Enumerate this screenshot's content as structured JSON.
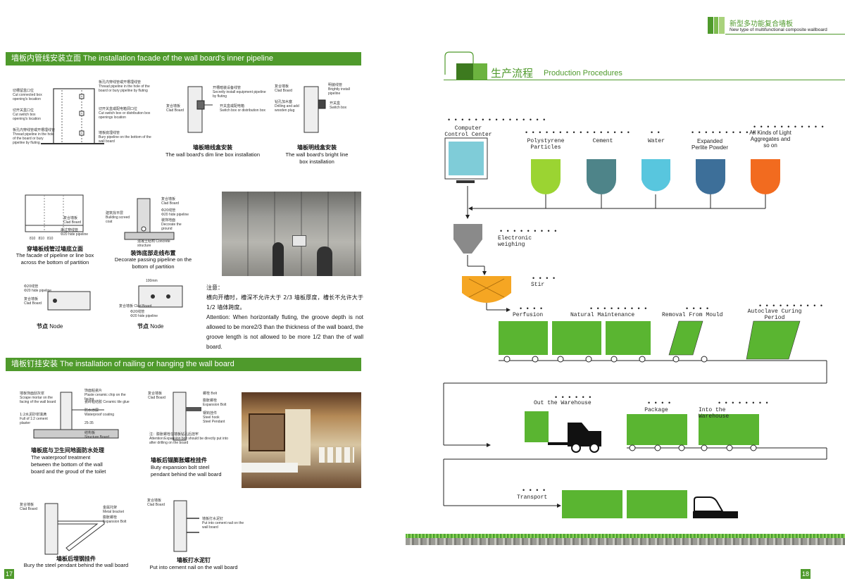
{
  "left_page": {
    "section1_title": "墙板内管线安装立面  The installation facade of the wall board's inner pipeline",
    "section2_title": "墙板钉挂安装  The installation of nailing or hanging the wall board",
    "fig_pipeline": {
      "labels": [
        "切槽留盒口位",
        "Cut connected box opening's location",
        "切开关盒口位",
        "Cut switch box opening's location",
        "板孔内穿线管或开槽埋线管",
        "Thread pipeline in the hole of the board or bury pipeline by fluting",
        "板孔内穿线管或开槽埋线管",
        "Thread pipeline in the hole of the board or bury pipeline by fluting",
        "切开关盒或配电箱洞口位",
        "Cut switch box or distribution box openings location",
        "墙板底埋线管",
        "Bury pipeline on the bottom of the wall board"
      ]
    },
    "fig_dim_box": {
      "labels": [
        "复合墙板",
        "Clad Board",
        "开槽暗装设备线管",
        "Secretly install equipment pipeline by fluting",
        "开关盒或配电箱",
        "Switch box or distribution box"
      ],
      "caption_cn": "墙板暗线盒安装",
      "caption_en": "The wall board's dim line box installation"
    },
    "fig_bright_box": {
      "labels": [
        "复合墙板",
        "Clad Board",
        "钻孔加木塞",
        "Drilling and add wooden plug",
        "明装线管",
        "Brightly install pipeline",
        "开关盒",
        "Switch box"
      ],
      "caption_cn": "墙板明线盒安装",
      "caption_en": "The wall board's bright line box installation"
    },
    "fig_facade_bottom": {
      "labels": [
        "复合墙板",
        "Clad Board",
        "串过穿线管",
        "Φ20 hide pipeline",
        "810",
        "810",
        "810"
      ],
      "caption_cn": "穿墙板线管过墙底立面",
      "caption_en": "The facade of pipeline or line box across the bottom of partition"
    },
    "fig_decorate": {
      "labels": [
        "建筑找平层",
        "Building screed coat",
        "复合墙板",
        "Clad Board",
        "Φ20线管",
        "Φ20 hide pipeline",
        "装饰地面",
        "Decorate the ground",
        "混凝土结构",
        "Concrete structure"
      ],
      "caption_cn": "装饰底部走线布置",
      "caption_en": "Decorate passing pipeline on the bottom of partition"
    },
    "fig_node1": {
      "labels": [
        "Φ20线管",
        "Φ20 hide pipeline",
        "复合墙板",
        "Clad Board"
      ],
      "caption_cn": "节点",
      "caption_en": "Node"
    },
    "fig_node2": {
      "labels": [
        "100mm",
        "复合墙板 Clad Board",
        "Φ20线管",
        "Φ20 hide pipeline"
      ],
      "caption_cn": "节点",
      "caption_en": "Node"
    },
    "note": {
      "title_cn": "注意：",
      "body_cn": "横向开槽时，槽深不允许大于 2/3 墙板厚度，槽长不允许大于 1/2 墙体跨度。",
      "body_en": "Attention: When horizontally fluting, the groove depth is not allowed to be more2/3 than the thickness of the wall board, the groove length is not allowed to be more 1/2 than the of wall board."
    },
    "fig_waterproof": {
      "labels": [
        "墙板饰面刮灰浆",
        "Scrape mortar on the facing of the wall board",
        "饰面粘瓷片",
        "Plaste ceramic chip on the facing",
        "瓷砖粘结胶",
        "Ceramic tile glue",
        "防水涂层",
        "Waterproof coating",
        "1:2水泥砂浆填满",
        "Full of 1:2 cement plaster",
        "结构板",
        "Structure Board",
        "25-35"
      ],
      "caption_cn": "墙板底与卫生间地面防水处理",
      "caption_en": "The waterproof treatment between the bottom of the wall board and the groud of the toilet"
    },
    "fig_expansion": {
      "labels": [
        "复合墙板",
        "Clad Board",
        "螺栓 Bolt",
        "膨胀螺栓",
        "Expansion Bolt",
        "钢钩挂件",
        "Steel hook",
        "Steel Pendant",
        "注：膨胀螺栓在墙板钻孔后挂牢",
        "Attention:Expansion bolt should be directly put into after drilling on the board"
      ],
      "caption_cn": "墙板后锚膨胀螺栓挂件",
      "caption_en": "Buty expansion bolt steel pendant behind the wall board"
    },
    "fig_steel_pendant": {
      "labels": [
        "复合墙板",
        "Clad Board",
        "金属托架",
        "Metal bracket",
        "膨胀螺栓",
        "Expansion Bolt"
      ],
      "caption_cn": "墙板后埋钢挂件",
      "caption_en": "Bury the steel pendant behind the wall board"
    },
    "fig_cement_nail": {
      "labels": [
        "复合墙板",
        "Clad Board",
        "墙板打水泥钉",
        "Put into cement nail on the wall board"
      ],
      "caption_cn": "墙板打水泥钉",
      "caption_en": "Put into cement nail on the wall board"
    },
    "page_number": "17"
  },
  "right_page": {
    "header_cn": "新型多功能复合墙板",
    "header_en": "New type of multifunctional composite wallboard",
    "title_cn": "生产流程",
    "title_en": "Production Procedures",
    "flow": {
      "computer": "Computer\nControl Center",
      "silo_labels": [
        "Polystyrene\nParticles",
        "Cement",
        "Water",
        "Expanded\nPerlite Powder",
        "All Kinds of Light\nAggregates and\nso on"
      ],
      "weighing": "Electronic\nweighing",
      "stir": "Stir",
      "perfusion": "Perfusion",
      "natural_maintenance": "Natural Maintenance",
      "removal": "Removal From Mould",
      "autoclave": "Autoclave Curing\nPeriod",
      "out_warehouse": "Out the Warehouse",
      "package": "Package",
      "into_warehouse": "Into the Warehouse",
      "transport": "Transport"
    },
    "colors": {
      "accent": "#4f9a2c",
      "monitor": "#7fccd8",
      "silo1": "#9bd432",
      "silo2": "#4e8489",
      "silo3": "#58c6de",
      "silo4": "#3d6f99",
      "silo5": "#f26b1f",
      "hopper": "#8a8a8a",
      "mixer": "#f5a623",
      "pallet": "#5ab531"
    },
    "page_number": "18"
  }
}
